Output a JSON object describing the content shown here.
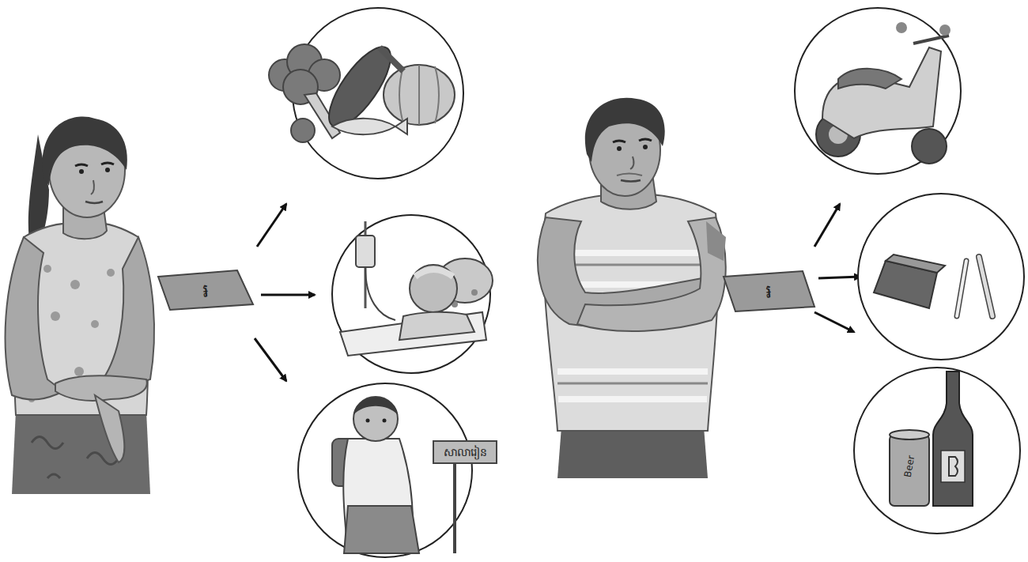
{
  "diagram": {
    "labels": [
      "៛",
      "សាលារៀន",
      "៛",
      "Beer"
    ]
  }
}
